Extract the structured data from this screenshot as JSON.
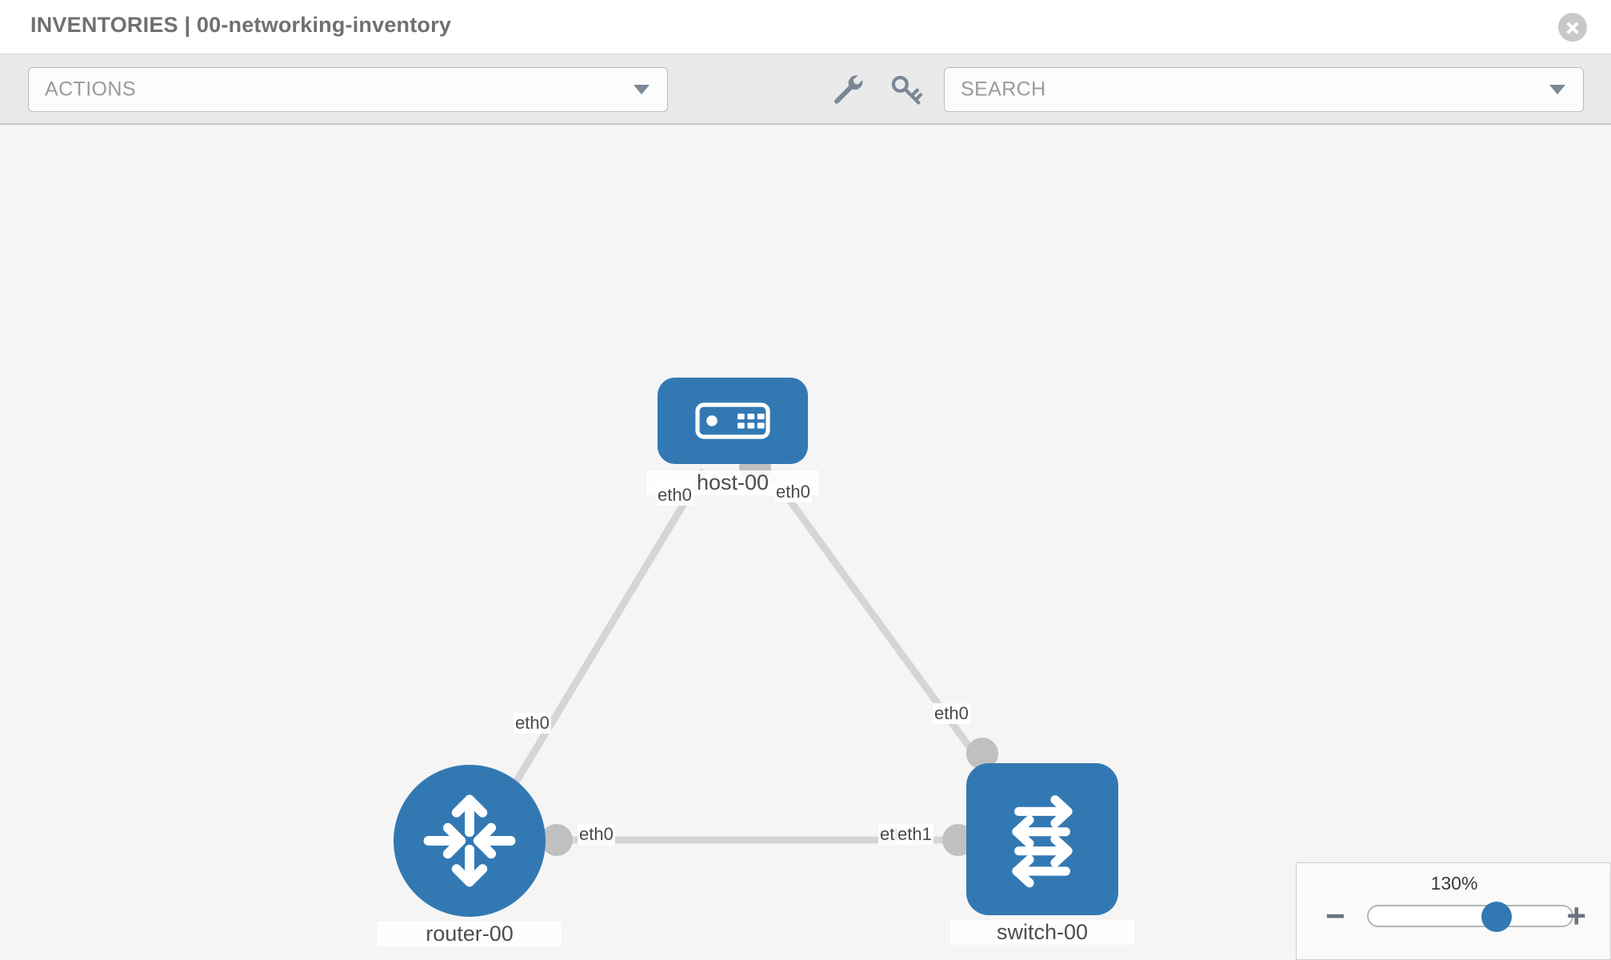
{
  "header": {
    "title": "INVENTORIES | 00-networking-inventory",
    "close_label": "×"
  },
  "toolbar": {
    "actions_label": "ACTIONS",
    "search_placeholder": "SEARCH",
    "wrench_icon": "wrench-icon",
    "key_icon": "key-icon",
    "caret_icon": "chevron-down-icon"
  },
  "topology": {
    "nodes": [
      {
        "id": "host-00",
        "label": "host-00",
        "type": "host",
        "icon": "server-icon",
        "color": "#3279b3"
      },
      {
        "id": "router-00",
        "label": "router-00",
        "type": "router",
        "icon": "router-arrows-icon",
        "color": "#3279b3"
      },
      {
        "id": "switch-00",
        "label": "switch-00",
        "type": "switch",
        "icon": "switch-arrows-icon",
        "color": "#3279b3"
      }
    ],
    "links": [
      {
        "from": "host-00",
        "to": "router-00",
        "from_label": "eth0",
        "to_label": "eth0"
      },
      {
        "from": "host-00",
        "to": "switch-00",
        "from_label": "eth0",
        "to_label": "eth0"
      },
      {
        "from": "router-00",
        "to": "switch-00",
        "from_label": "eth0",
        "to_label": "eth1",
        "to_label_overlap": "eth"
      }
    ],
    "edge_labels": {
      "host_left": "eth0",
      "host_right": "eth0",
      "router_upper": "eth0",
      "switch_upper": "eth0",
      "router_right": "eth0",
      "switch_left_overlap": "eth",
      "switch_left": "eth1"
    }
  },
  "zoom": {
    "value": "130%",
    "minus_label": "−",
    "plus_label": "+",
    "percent": 62
  }
}
